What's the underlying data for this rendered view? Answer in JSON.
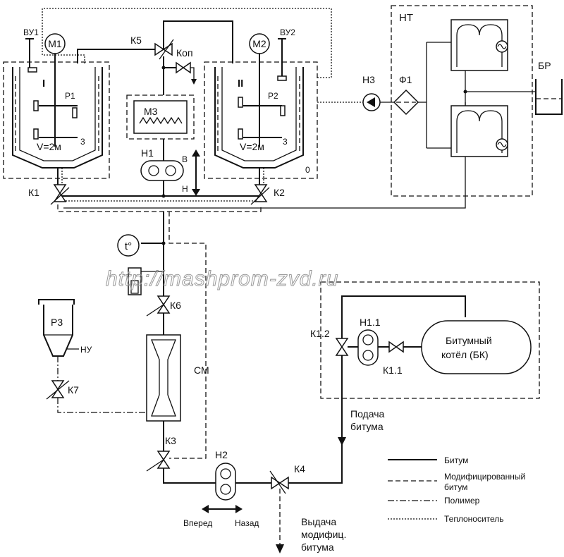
{
  "labels": {
    "vu1": "ВУ1",
    "m1": "М1",
    "k5": "К5",
    "kop": "Коп",
    "m2": "М2",
    "vu2": "ВУ2",
    "reactor1": "I",
    "p1": "Р1",
    "v1": "V=2м",
    "sup1": "3",
    "reactor2": "II",
    "p2": "Р2",
    "v2": "V=2м",
    "sup2": "3",
    "m3": "М3",
    "n1": "Н1",
    "b": "В",
    "h": "Н",
    "zero": "0",
    "k1": "К1",
    "k2": "К2",
    "nt": "НТ",
    "n3": "Н3",
    "f1": "Ф1",
    "br": "БР",
    "temp": "t°",
    "k6": "К6",
    "sm": "СМ",
    "k3": "К3",
    "p3": "Р3",
    "nu": "НУ",
    "k7": "К7",
    "n2": "Н2",
    "forward": "Вперед",
    "back": "Назад",
    "k4": "К4",
    "k12": "К1.2",
    "n11": "Н1.1",
    "k11": "К1.1",
    "kettle1": "Битумный",
    "kettle2": "котёл (БК)",
    "supply1": "Подача",
    "supply2": "битума",
    "out1": "Выдача",
    "out2": "модифиц.",
    "out3": "битума"
  },
  "legend": [
    {
      "label": "Битум",
      "style": "solid"
    },
    {
      "label": "Модифицированный",
      "label2": "битум",
      "style": "dashed"
    },
    {
      "label": "Полимер",
      "style": "dashdot"
    },
    {
      "label": "Теплоноситель",
      "style": "dotted"
    }
  ],
  "watermark": "http://mashprom-zvd.ru"
}
